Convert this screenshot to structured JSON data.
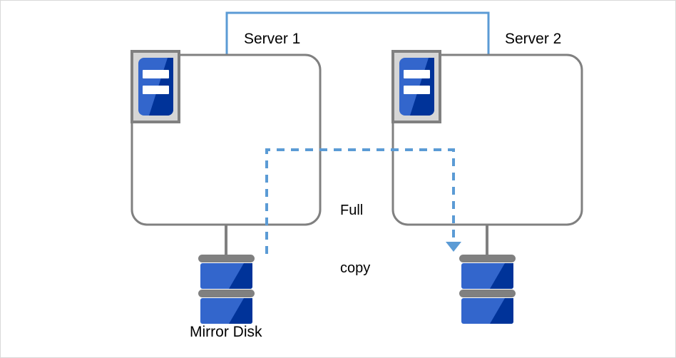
{
  "diagram": {
    "title": "Mirror disk full copy between two servers",
    "type": "architecture-diagram",
    "colors": {
      "server_outline": "#808080",
      "connector_line": "#808080",
      "link_line": "#5B9BD5",
      "copy_arrow": "#5B9BD5",
      "icon_light_blue": "#3366CC",
      "icon_dark_blue": "#003399",
      "icon_frame": "#d6d6d6",
      "icon_frame_border": "#808080",
      "disk_bar": "#808080",
      "text": "#000000",
      "page_border": "#d9d9d9",
      "background": "#FFFFFF"
    },
    "nodes": [
      {
        "id": "server-1",
        "label": "Server 1",
        "icon": "server-icon",
        "shape": "rounded-rectangle"
      },
      {
        "id": "server-2",
        "label": "Server 2",
        "icon": "server-icon",
        "shape": "rounded-rectangle"
      },
      {
        "id": "disk-1",
        "label": "Mirror Disk",
        "icon": "disk-icon"
      },
      {
        "id": "disk-2",
        "label": "",
        "icon": "disk-icon"
      }
    ],
    "edges": [
      {
        "id": "interconnect",
        "from": "server-1",
        "to": "server-2",
        "style": "solid",
        "label": "",
        "arrow": false
      },
      {
        "id": "full-copy",
        "from": "disk-1",
        "to": "disk-2",
        "style": "dashed",
        "label": "Full copy",
        "arrow": true
      }
    ],
    "labels": {
      "server_1": "Server 1",
      "server_2": "Server 2",
      "mirror_disk": "Mirror Disk",
      "full_copy_line_1": "Full",
      "full_copy_line_2": "copy"
    }
  }
}
